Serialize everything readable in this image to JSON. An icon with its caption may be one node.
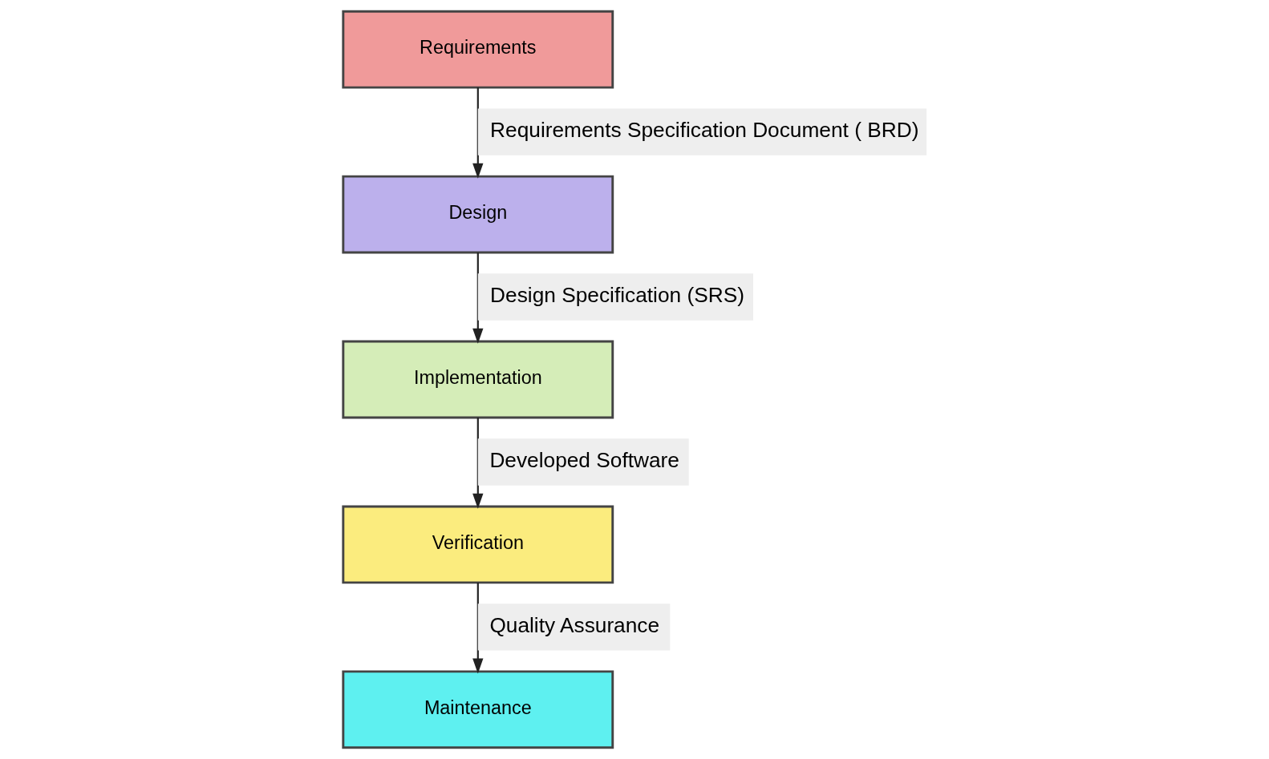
{
  "diagram": {
    "nodes": [
      {
        "text": [
          "Requirements"
        ]
      },
      {
        "text": [
          "Design"
        ]
      },
      {
        "text": [
          "Implementation"
        ]
      },
      {
        "text": [
          "Verification"
        ]
      },
      {
        "text": [
          "Maintenance"
        ]
      }
    ],
    "edges": [
      {
        "from": 0,
        "to": 1,
        "arrow": "to",
        "label": "Requirements Specification Document ( BRD)"
      },
      {
        "from": 1,
        "to": 2,
        "arrow": "to",
        "label": "Design Specification (SRS)"
      },
      {
        "from": 2,
        "to": 3,
        "arrow": "to",
        "label": "Developed Software"
      },
      {
        "from": 3,
        "to": 4,
        "arrow": "to",
        "label": "Quality Assurance"
      }
    ]
  }
}
